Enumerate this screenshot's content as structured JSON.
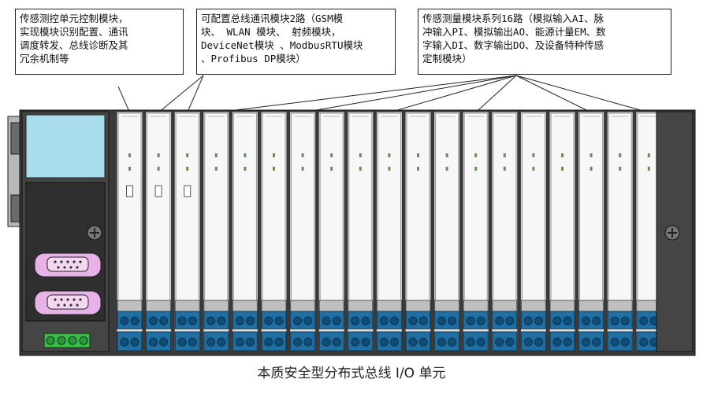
{
  "callouts": {
    "left": "传感测控单元控制模块，\n实现模块识别配置、通讯\n调度转发、总线诊断及其\n冗余机制等",
    "mid": "可配置总线通讯模块2路（GSM模\n块、 WLAN 模块、 射频模块，\nDeviceNet模块 、ModbusRTU模块\n、Profibus DP模块）",
    "right": "传感测量模块系列16路（模拟输入AI、脉\n冲输入PI、模拟输出AO、能源计量EM、数\n字输入DI、数字输出DO、及设备特种传感\n定制模块）"
  },
  "caption": "本质安全型分布式总线 I/O 单元",
  "modules": {
    "comm_count": 2,
    "sensor_count": 16
  },
  "colors": {
    "terminal_blue": "#1f6fa3",
    "connector_pink": "#e7b3e6",
    "connector_green": "#35c23f",
    "display_cyan": "#a6dceb",
    "housing_dark": "#3b3b3b"
  }
}
